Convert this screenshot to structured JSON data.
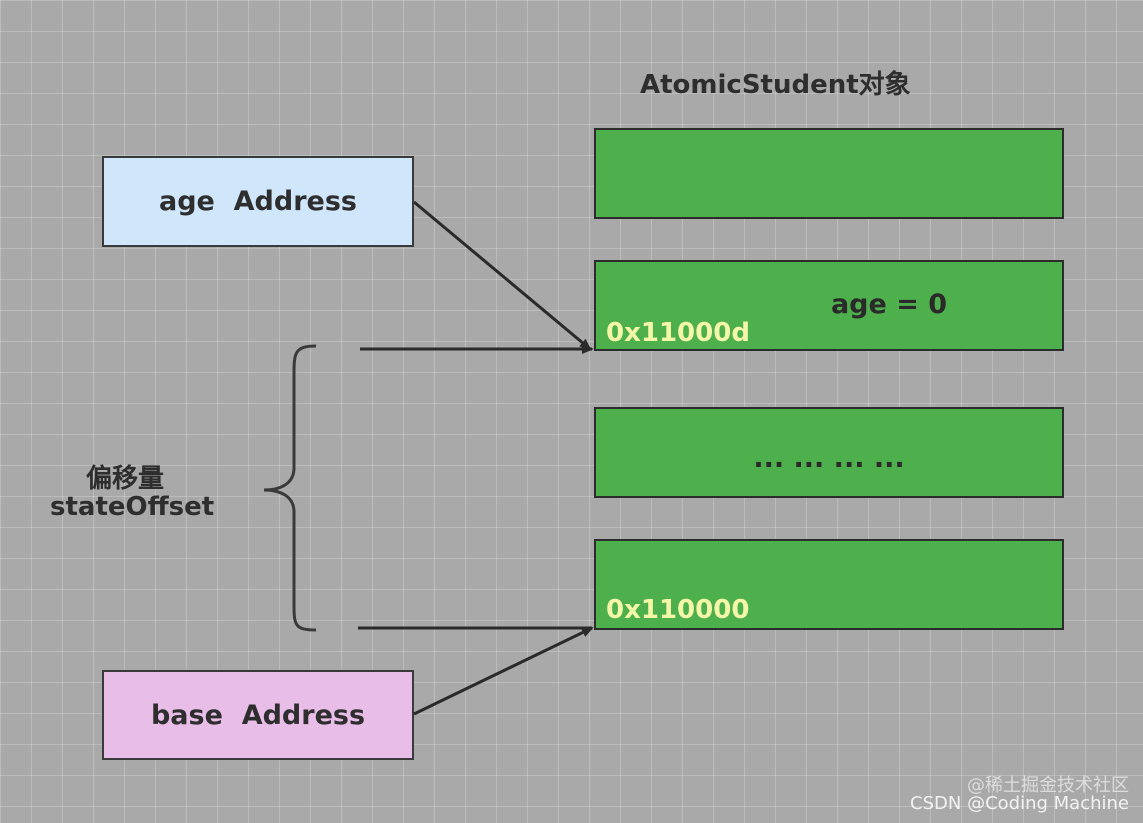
{
  "diagram": {
    "title": "AtomicStudent对象",
    "age_address_label": "age  Address",
    "base_address_label": "base  Address",
    "fields": [
      "",
      "age = 0",
      "... ... ... ...",
      ""
    ],
    "addr_label_age": "0x11000d",
    "addr_label_base": "0x110000",
    "offset_label_line1": "偏移量",
    "offset_label_line2": "stateOffset"
  },
  "watermark": {
    "line1": "@稀土掘金技术社区",
    "line2": "CSDN @Coding Machine"
  },
  "colors": {
    "background": "#a9a9a9",
    "field_green": "#4eb04d",
    "age_box_blue": "#cfe6fb",
    "base_box_pink": "#e8bde7",
    "address_text_yellow": "#f4f7a8"
  }
}
